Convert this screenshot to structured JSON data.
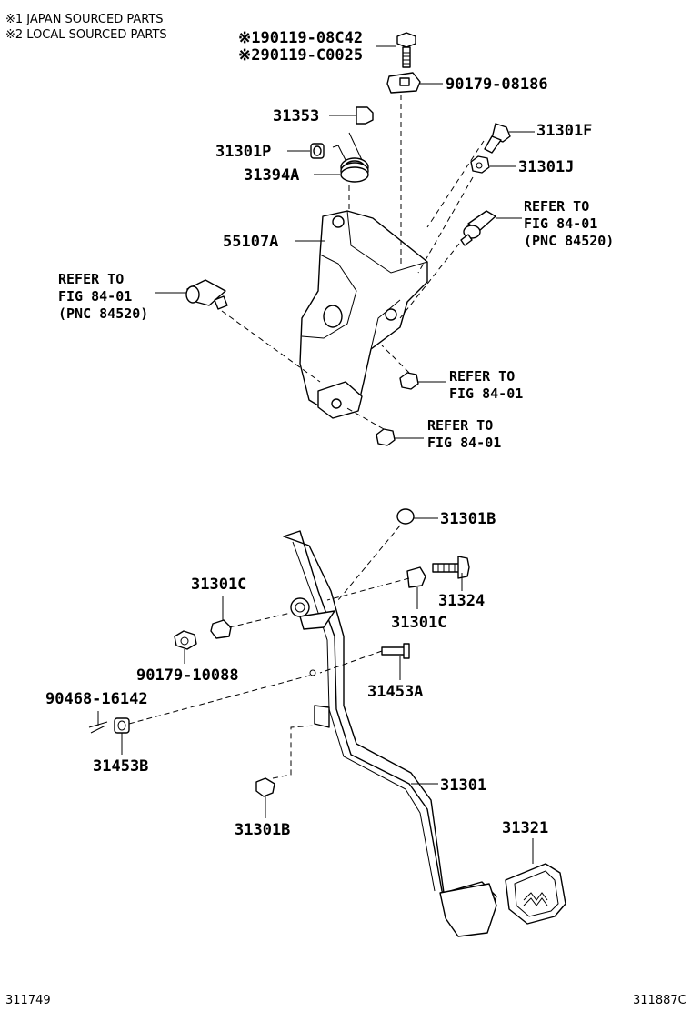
{
  "notes": [
    "※1 JAPAN SOURCED PARTS",
    "※2 LOCAL SOURCED PARTS"
  ],
  "labels": {
    "p1": "※190119-08C42",
    "p2": "※290119-C0025",
    "p3": "90179-08186",
    "p4": "31353",
    "p5": "31301F",
    "p6": "31301P",
    "p7": "31301J",
    "p8": "31394A",
    "p9": "55107A",
    "p10": "31301B",
    "p11": "31301C",
    "p12": "31324",
    "p13": "31301C",
    "p14": "90179-10088",
    "p15": "31453A",
    "p16": "90468-16142",
    "p17": "31453B",
    "p18": "31301",
    "p19": "31301B",
    "p20": "31321"
  },
  "refs": {
    "r1": [
      "REFER TO",
      "FIG 84-01",
      "(PNC 84520)"
    ],
    "r2": [
      "REFER TO",
      "FIG 84-01",
      "(PNC 84520)"
    ],
    "r3": [
      "REFER TO",
      "FIG 84-01"
    ],
    "r4": [
      "REFER TO",
      "FIG 84-01"
    ]
  },
  "footer": {
    "left": "311749",
    "right": "311887C"
  }
}
